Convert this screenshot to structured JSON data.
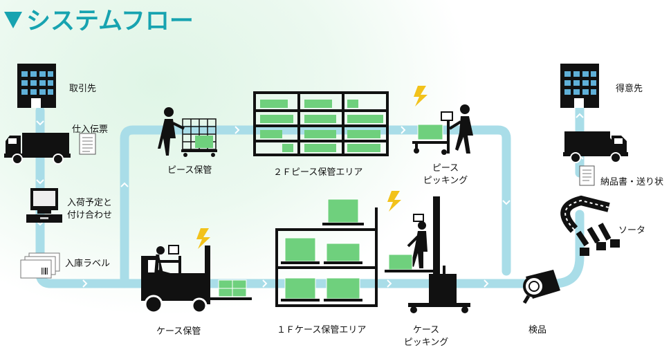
{
  "title": "システムフロー",
  "colors": {
    "title": "#17a3b0",
    "flow": "#a9dde8",
    "goods": "#6fd07d",
    "ink": "#111111",
    "accent": "#f2c21b"
  },
  "labels": {
    "supplier": "取引先",
    "purchase_slip": "仕入伝票",
    "arrival_schedule_1": "入荷予定と",
    "arrival_schedule_2": "付け合わせ",
    "storage_label": "入庫ラベル",
    "case_storage": "ケース保管",
    "piece_storage": "ピース保管",
    "piece_area_2f": "２Ｆピース保管エリア",
    "case_area_1f": "１Ｆケース保管エリア",
    "piece_picking_1": "ピース",
    "piece_picking_2": "ピッキング",
    "case_picking_1": "ケース",
    "case_picking_2": "ピッキング",
    "inspection": "検品",
    "sorter": "ソータ",
    "delivery_docs": "納品書・送り状",
    "customer": "得意先"
  },
  "icons": [
    "building-icon",
    "truck-icon",
    "document-icon",
    "computer-terminal-icon",
    "label-cards-icon",
    "forklift-icon",
    "worker-cart-icon",
    "shelf-icon",
    "picker-icon",
    "lightning-icon",
    "inspection-icon",
    "sorter-conveyor-icon"
  ]
}
